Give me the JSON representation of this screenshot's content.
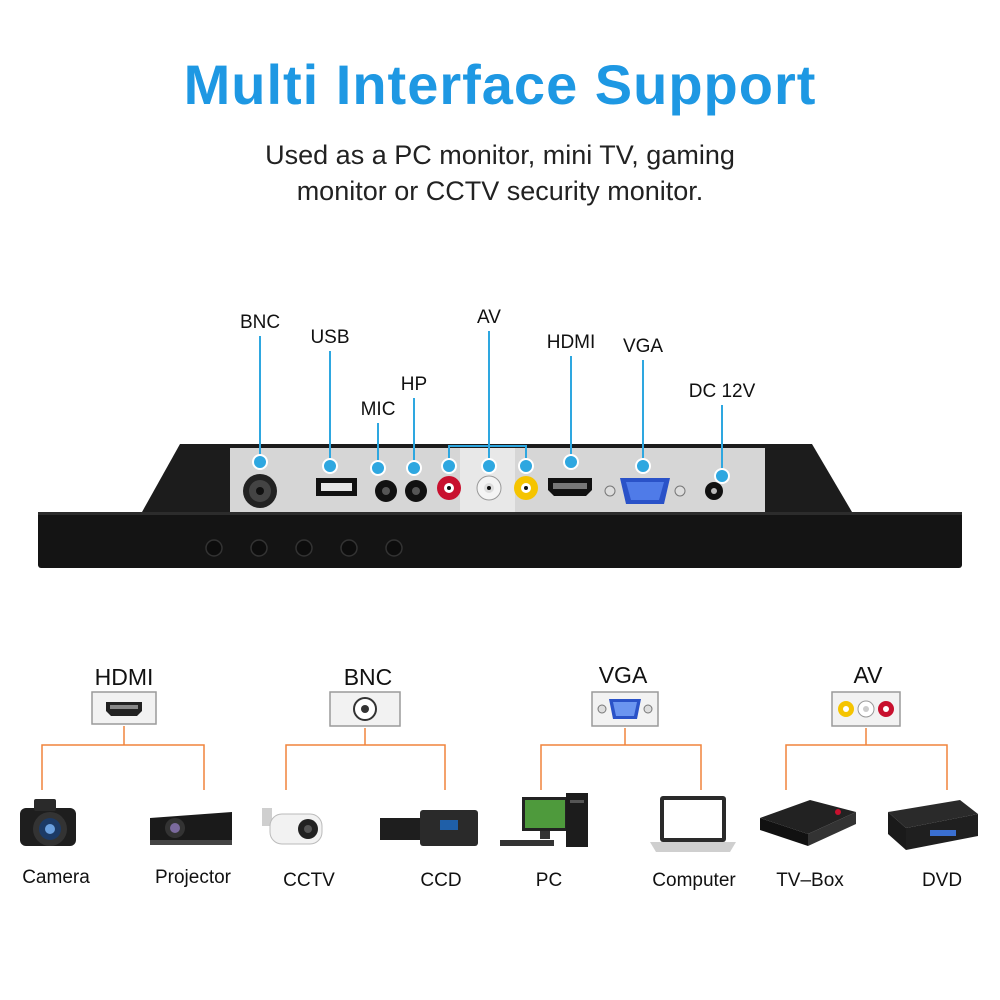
{
  "header": {
    "title": "Multi Interface Support",
    "subtitle_line1": "Used as a PC monitor, mini TV, gaming",
    "subtitle_line2": "monitor or CCTV security monitor."
  },
  "ports": {
    "bnc": "BNC",
    "usb": "USB",
    "mic": "MIC",
    "hp": "HP",
    "av": "AV",
    "hdmi": "HDMI",
    "vga": "VGA",
    "dc": "DC 12V"
  },
  "groups": [
    {
      "label": "HDMI",
      "devices": [
        "Camera",
        "Projector"
      ]
    },
    {
      "label": "BNC",
      "devices": [
        "CCTV",
        "CCD"
      ]
    },
    {
      "label": "VGA",
      "devices": [
        "PC",
        "Computer"
      ]
    },
    {
      "label": "AV",
      "devices": [
        "TV–Box",
        "DVD"
      ]
    }
  ],
  "colors": {
    "title_blue": "#1e98e3",
    "callout_blue": "#2ea7e0",
    "tree_orange": "#f0843c",
    "monitor_black": "#1a1a1a",
    "panel_gray": "#d9d9d9"
  }
}
